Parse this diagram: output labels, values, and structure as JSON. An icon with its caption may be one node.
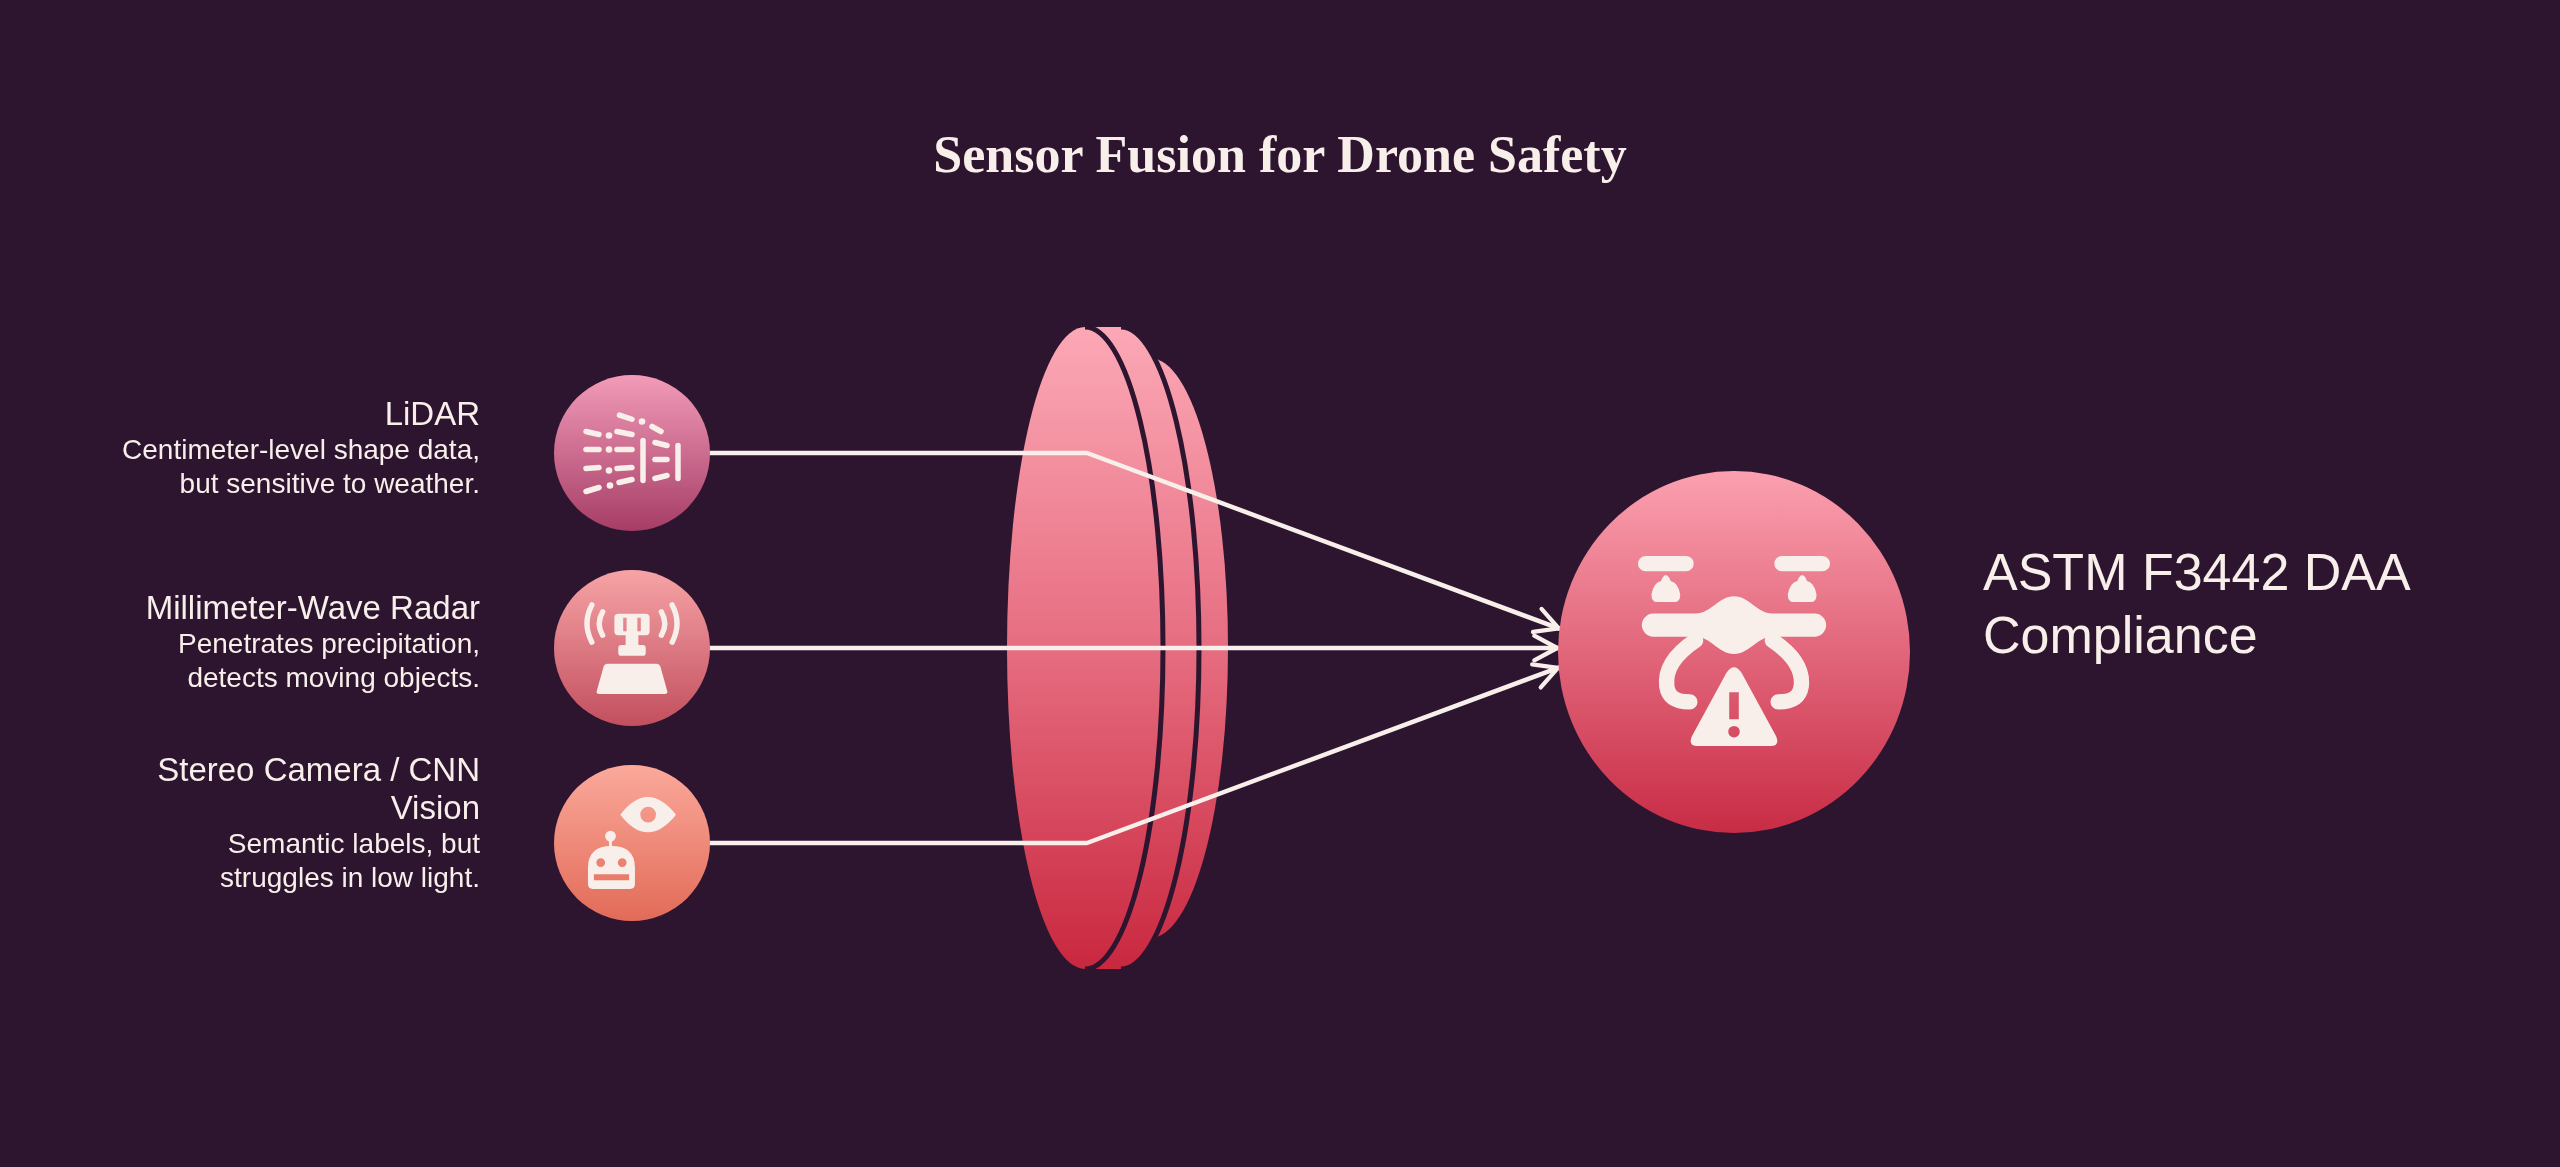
{
  "diagram": {
    "title": "Sensor Fusion for Drone Safety",
    "nodes": [
      {
        "text": [],
        "shape": "circle",
        "beside": [
          "LiDAR",
          "Centimeter-level shape data, but sensitive to weather."
        ]
      },
      {
        "text": [],
        "shape": "circle",
        "beside": [
          "Millimeter-Wave Radar",
          "Penetrates precipitation, detects moving objects."
        ]
      },
      {
        "text": [],
        "shape": "circle",
        "beside": [
          "Stereo Camera / CNN Vision",
          "Semantic labels, but struggles in low light."
        ]
      },
      {
        "text": [],
        "shape": "circle",
        "beside": [
          "ASTM F3442 DAA Compliance"
        ]
      }
    ],
    "edges": [
      {
        "from": 0,
        "to": 3,
        "arrow": "to"
      },
      {
        "from": 1,
        "to": 3,
        "arrow": "to"
      },
      {
        "from": 2,
        "to": 3,
        "arrow": "to"
      }
    ]
  }
}
